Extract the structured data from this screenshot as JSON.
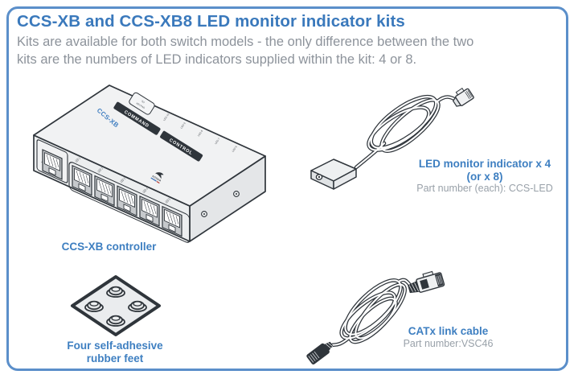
{
  "panel": {
    "title": "CCS-XB and CCS-XB8 LED monitor indicator kits",
    "subtitle_lines": [
      "Kits are available for both switch models - the only difference between the two",
      "kits are the numbers of LED indicators supplied within the kit: 4 or 8."
    ]
  },
  "colors": {
    "accent_blue": "#3a79bc",
    "caption_blue": "#3e7fc1",
    "border_blue": "#5b8fca",
    "body_gray": "#8d939b",
    "line_dark": "#2f353b"
  },
  "controller": {
    "caption": "CCS-XB controller",
    "model_label": "CCS-XB",
    "badge_left": "COMMAND",
    "badge_right": "CONTROL",
    "switch_port_label": "TO SWITCH",
    "front_port_labels": [
      "LED 1",
      "LED 2",
      "LED 3",
      "LED 4",
      "LED 5"
    ],
    "rear_port_labels": [
      "LED 10",
      "LED 9",
      "LED 8",
      "LED 7",
      "LED 6"
    ],
    "top_plate_lines": [
      "TO",
      "KEYPAD"
    ],
    "logo_text": "ADDER"
  },
  "led_indicator": {
    "caption_line1": "LED monitor indicator x 4",
    "caption_line2": "(or x 8)",
    "part_number": "Part number (each): CCS-LED"
  },
  "rubber_feet": {
    "caption": "Four self-adhesive rubber feet"
  },
  "catx_cable": {
    "caption": "CATx link cable",
    "part_number": "Part number:VSC46"
  }
}
